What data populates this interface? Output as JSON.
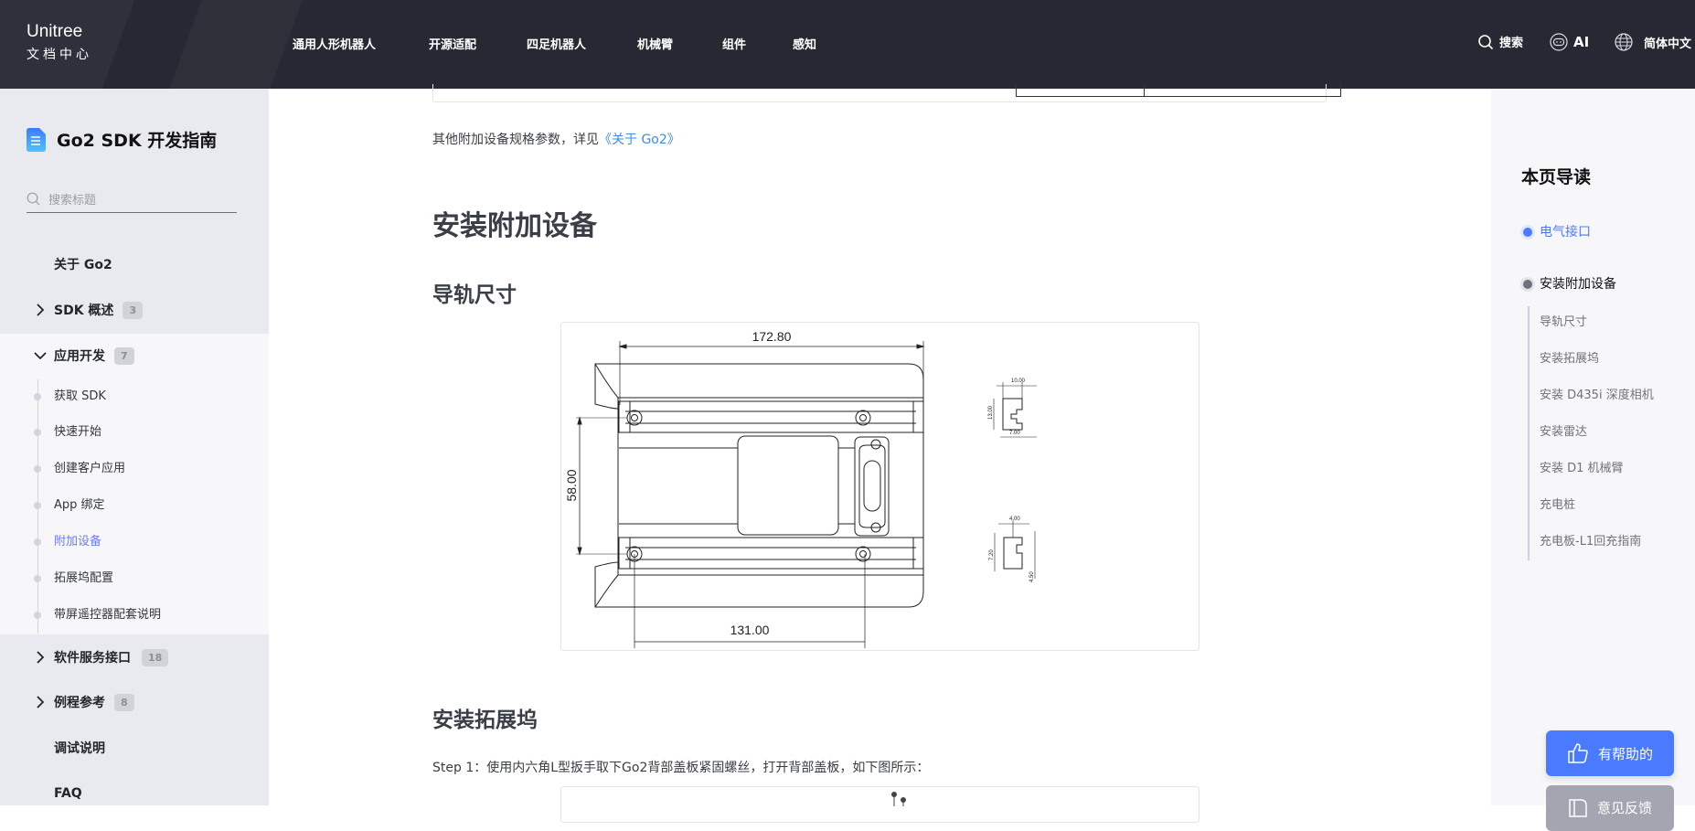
{
  "header": {
    "logo_line1": "Unitree",
    "logo_line2": "文档中心",
    "nav": [
      "通用人形机器人",
      "开源适配",
      "四足机器人",
      "机械臂",
      "组件",
      "感知"
    ],
    "search_label": "搜索",
    "ai_label": "AI",
    "lang_label": "简体中文"
  },
  "sidebar": {
    "title": "Go2 SDK 开发指南",
    "search_placeholder": "搜索标题",
    "items": [
      {
        "label": "关于 Go2"
      },
      {
        "label": "SDK 概述",
        "count": "3"
      },
      {
        "label": "应用开发",
        "count": "7"
      },
      {
        "label": "软件服务接口",
        "count": "18"
      },
      {
        "label": "例程参考",
        "count": "8"
      },
      {
        "label": "调试说明"
      },
      {
        "label": "FAQ"
      }
    ],
    "sub_items": [
      "获取 SDK",
      "快速开始",
      "创建客户应用",
      "App 绑定",
      "附加设备",
      "拓展坞配置",
      "带屏遥控器配套说明"
    ]
  },
  "main": {
    "para_text": "其他附加设备规格参数，详见",
    "para_link": "《关于 Go2》",
    "h1": "安装附加设备",
    "h2_rail": "导轨尺寸",
    "h2_dock": "安装拓展坞",
    "step1": "Step 1：使用内六角L型扳手取下Go2背部盖板紧固螺丝，打开背部盖板，如下图所示：",
    "drawing": {
      "dim_length": "172.80",
      "dim_width": "58.00",
      "dim_hole_spacing": "131.00",
      "d1": "10.00",
      "d2": "13.00",
      "d3": "7.00",
      "d4": "4.00",
      "d5": "7.20",
      "d6": "4.50"
    }
  },
  "toc": {
    "title": "本页导读",
    "l1": [
      "电气接口",
      "安装附加设备"
    ],
    "l2": [
      "导轨尺寸",
      "安装拓展坞",
      "安装 D435i 深度相机",
      "安装雷达",
      "安装 D1 机械臂",
      "充电桩",
      "充电板-L1回充指南"
    ]
  },
  "float": {
    "helpful": "有帮助的",
    "feedback": "意见反馈"
  },
  "colors": {
    "header_bg": "#262833",
    "accent": "#4a7bff",
    "link": "#3a8ee6"
  }
}
